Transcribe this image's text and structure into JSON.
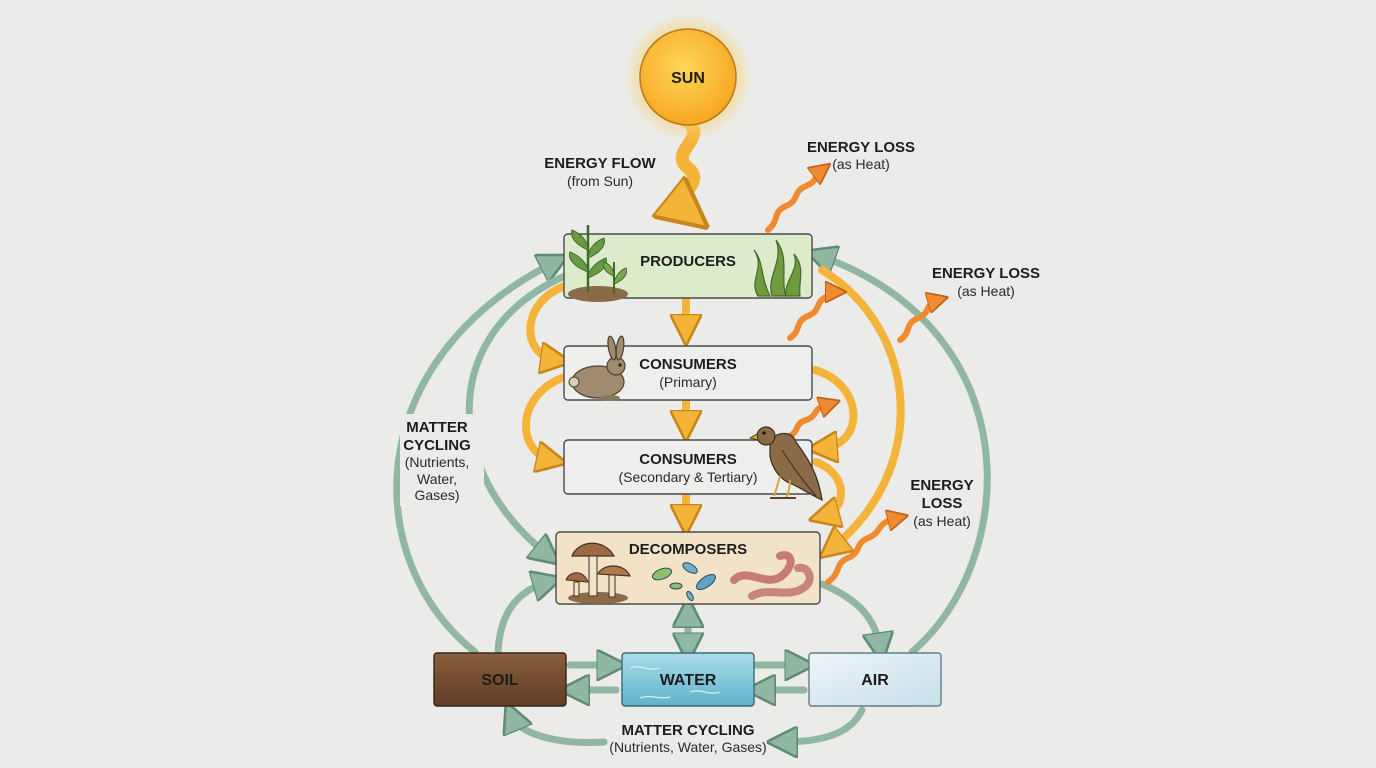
{
  "sun": {
    "label": "SUN"
  },
  "energy_flow": {
    "title": "ENERGY FLOW",
    "subtitle": "(from Sun)"
  },
  "energy_loss": [
    {
      "title": "ENERGY LOSS",
      "subtitle": "(as Heat)"
    },
    {
      "title": "ENERGY LOSS",
      "subtitle": "(as Heat)"
    },
    {
      "title_line1": "ENERGY",
      "title_line2": "LOSS",
      "subtitle": "(as Heat)"
    }
  ],
  "levels": {
    "producers": {
      "label": "PRODUCERS"
    },
    "primary": {
      "label": "CONSUMERS",
      "sublabel": "(Primary)"
    },
    "secondary": {
      "label": "CONSUMERS",
      "sublabel": "(Secondary & Tertiary)"
    },
    "decomposers": {
      "label": "DECOMPOSERS"
    }
  },
  "reservoirs": {
    "soil": "SOIL",
    "water": "WATER",
    "air": "AIR"
  },
  "matter_cycling_left": {
    "line1": "MATTER",
    "line2": "CYCLING",
    "line3": "(Nutrients,",
    "line4": "Water,",
    "line5": "Gases)"
  },
  "matter_cycling_bottom": {
    "title": "MATTER CYCLING",
    "subtitle": "(Nutrients, Water, Gases)"
  },
  "colors": {
    "energy": "#f4b43a",
    "heat": "#ef8a2e",
    "matter": "#8fb7a2",
    "producers_fill": "#dcebc9",
    "consumers_fill": "#eeeeec",
    "decomposers_fill": "#f1e2c8",
    "soil": "#7a5234",
    "water": "#8ec9da",
    "air": "#dbeaf0",
    "sun": "#fbbf35"
  }
}
